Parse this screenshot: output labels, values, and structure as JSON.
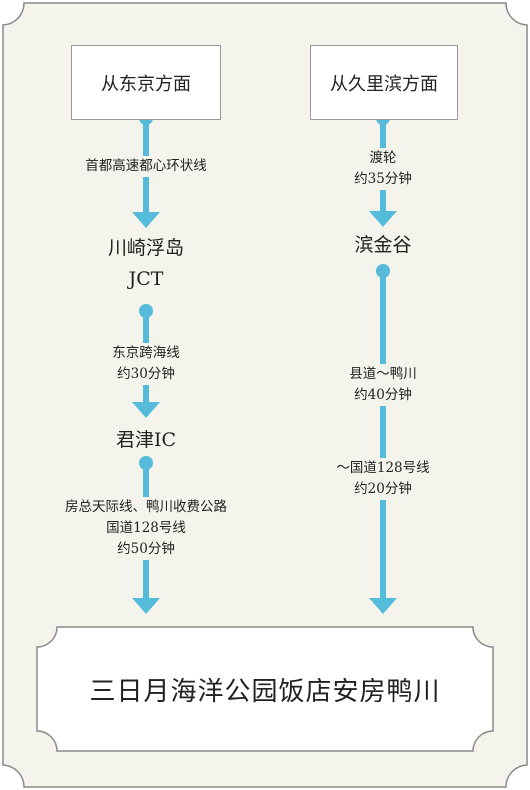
{
  "colors": {
    "background": "#f4f3ec",
    "arrow": "#55bbdb",
    "border": "#8a8a8a"
  },
  "left_route": {
    "origin": "从东京方面",
    "seg1": [
      "首都高速都心环状线"
    ],
    "node1": "川崎浮岛",
    "node1_sub": "JCT",
    "seg2": [
      "东京跨海线",
      "约30分钟"
    ],
    "node2": "君津IC",
    "seg3": [
      "房总天际线、鸭川收费公路",
      "国道128号线",
      "约50分钟"
    ]
  },
  "right_route": {
    "origin": "从久里滨方面",
    "seg1": [
      "渡轮",
      "约35分钟"
    ],
    "node1": "滨金谷",
    "seg2": [
      "县道～鸭川",
      "约40分钟"
    ],
    "seg3": [
      "～国道128号线",
      "约20分钟"
    ]
  },
  "destination": "三日月海洋公园饭店安房鸭川"
}
